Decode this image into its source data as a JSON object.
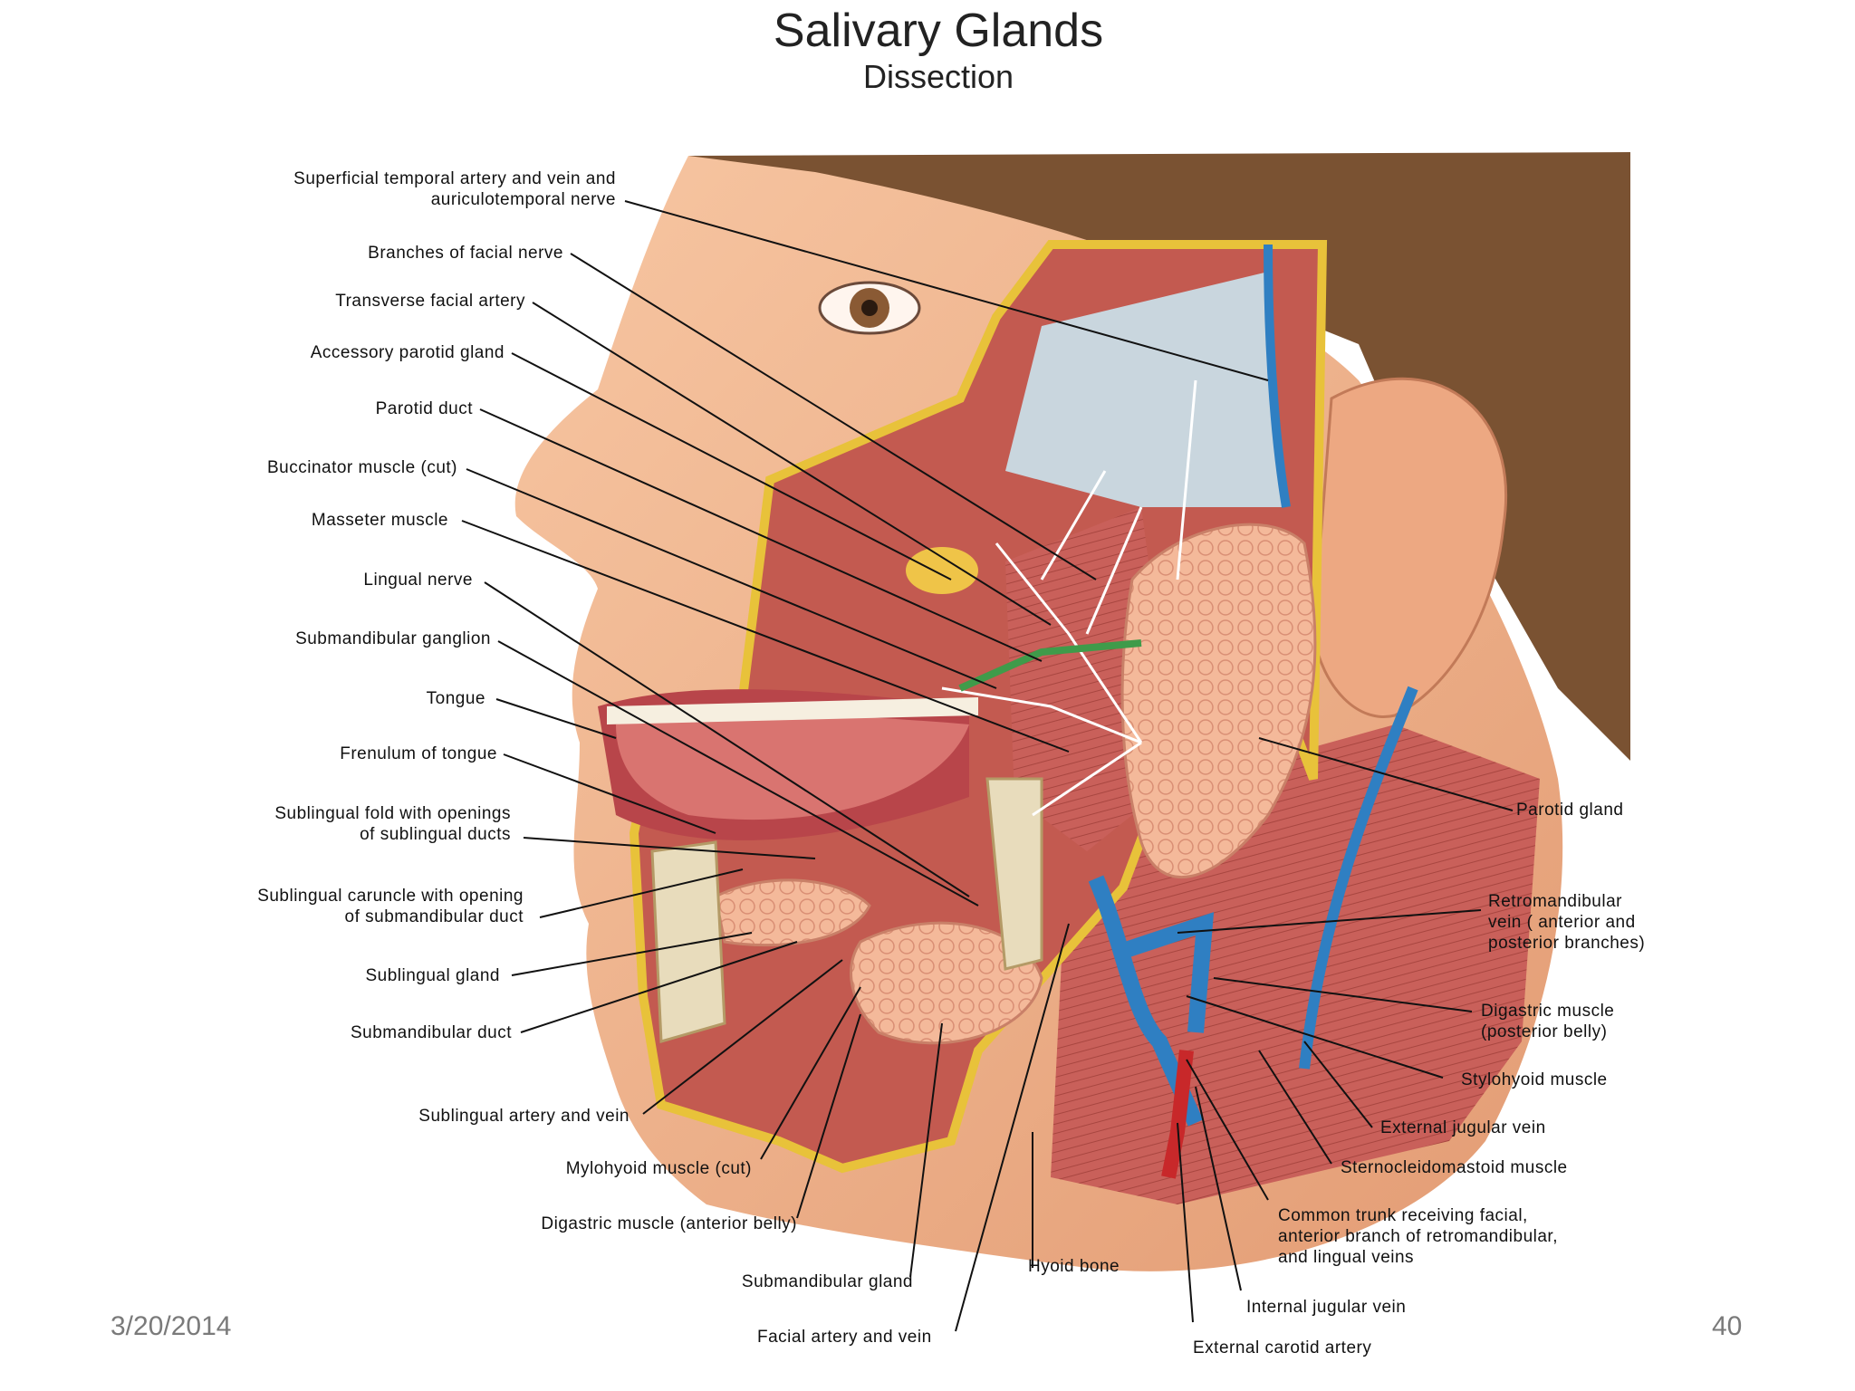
{
  "title": "Salivary Glands",
  "subtitle": "Dissection",
  "labels_left": [
    "Superficial temporal artery and vein and\nauriculotemporal nerve",
    "Branches of facial nerve",
    "Transverse facial artery",
    "Accessory parotid gland",
    "Parotid duct",
    "Buccinator muscle (cut)",
    "Masseter muscle",
    "Lingual nerve",
    "Submandibular ganglion",
    "Tongue",
    "Frenulum of tongue",
    "Sublingual fold with openings\nof sublingual ducts",
    "Sublingual caruncle with opening\nof submandibular duct",
    "Sublingual gland",
    "Submandibular duct"
  ],
  "labels_bottom": [
    "Sublingual artery and vein",
    "Mylohyoid muscle (cut)",
    "Digastric muscle (anterior belly)",
    "Submandibular gland",
    "Facial artery and vein",
    "Hyoid bone",
    "External carotid artery",
    "Internal jugular vein",
    "Common trunk receiving facial,\nanterior branch of retromandibular,\nand lingual veins"
  ],
  "labels_right": [
    "Parotid gland",
    "Retromandibular\nvein ( anterior and\nposterior branches)",
    "Digastric muscle\n(posterior belly)",
    "Stylohyoid muscle",
    "External jugular vein",
    "Sternocleidomastoid muscle"
  ],
  "footer": {
    "date": "3/20/2014",
    "page": "40"
  },
  "colors": {
    "skin": "#f2b48e",
    "muscle": "#c25a52",
    "gland": "#f4b99a",
    "vein": "#2f7fc2",
    "artery": "#c8282a",
    "nerve": "#ffffff",
    "fat": "#f2d14a",
    "bone": "#e8dcbc",
    "fascia": "#c9d6de",
    "hair": "#7a5232"
  }
}
